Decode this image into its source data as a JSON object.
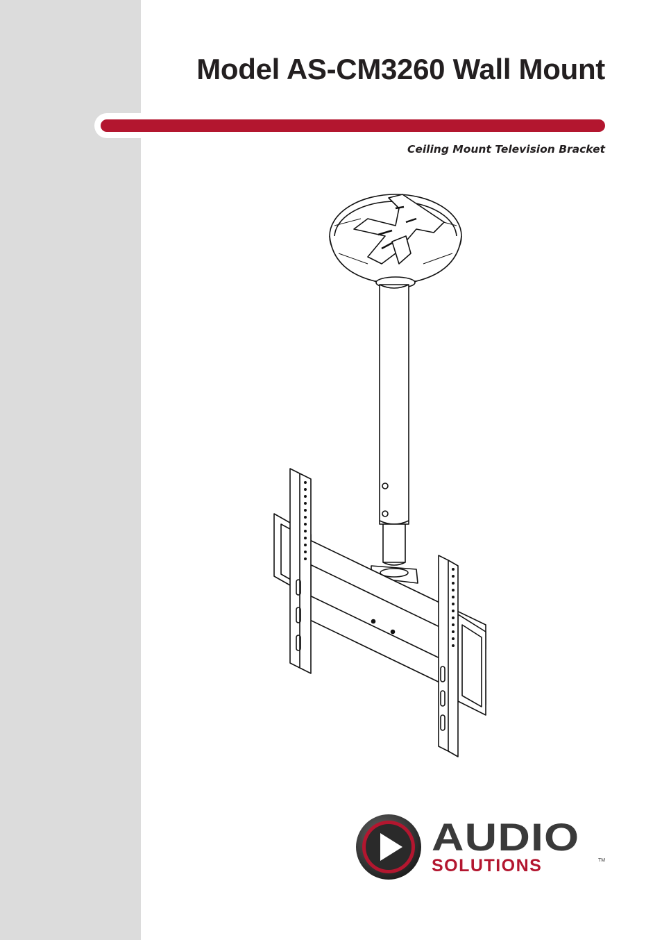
{
  "document": {
    "title": "Model AS-CM3260 Wall Mount",
    "subtitle": "Ceiling Mount Television Bracket"
  },
  "brand": {
    "name_line1": "AUDIO",
    "name_line2": "SOLUTIONS",
    "trademark": "TM"
  },
  "colors": {
    "accent_red": "#b3162f",
    "side_band": "#dcdcdc",
    "text": "#231f20"
  }
}
